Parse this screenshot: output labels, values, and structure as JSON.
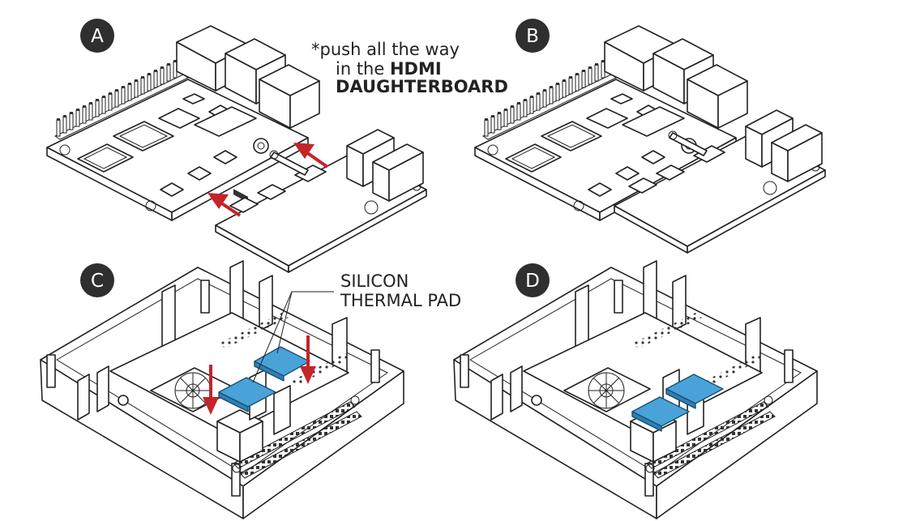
{
  "colors": {
    "badge": "#2f2f2f",
    "arrow": "#c4242a",
    "pad": "#4aa3d8",
    "outline": "#222222"
  },
  "steps": [
    {
      "label": "A"
    },
    {
      "label": "B"
    },
    {
      "label": "C"
    },
    {
      "label": "D"
    }
  ],
  "note": {
    "line1": "*push all the way",
    "line2_prefix": "in the ",
    "line2_bold": "HDMI",
    "line3_bold": "DAUGHTERBOARD"
  },
  "callout": {
    "line1": "SILICON",
    "line2": "THERMAL PAD"
  }
}
